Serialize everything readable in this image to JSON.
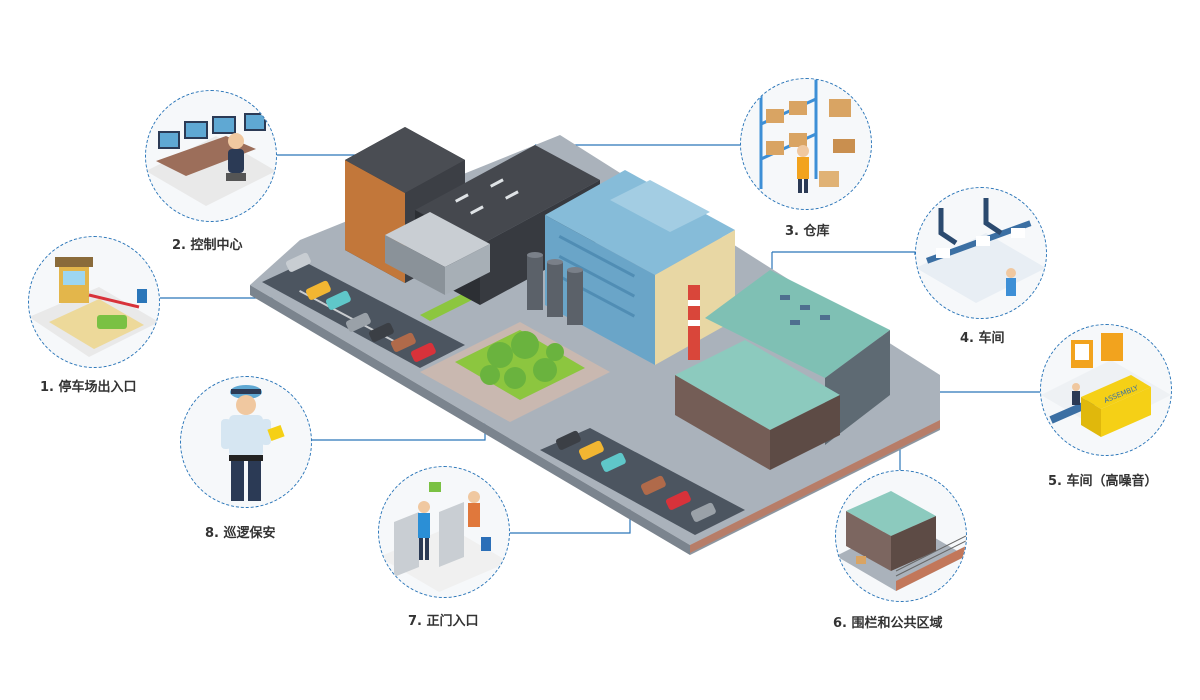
{
  "colors": {
    "accent": "#2b76b9",
    "ground": "#9aa3ad",
    "grass": "#8cc63f",
    "building_dark": "#3a3d42",
    "building_blue": "#7fb3d5",
    "building_teal": "#6fb3a8",
    "tan": "#e8d7a4",
    "label": "#333333"
  },
  "callouts": [
    {
      "id": "parking",
      "label": "1. 停车场出入口",
      "icon": "parking-gate-icon"
    },
    {
      "id": "control",
      "label": "2. 控制中心",
      "icon": "control-center-icon"
    },
    {
      "id": "warehouse",
      "label": "3. 仓库",
      "icon": "warehouse-icon"
    },
    {
      "id": "workshop",
      "label": "4. 车间",
      "icon": "workshop-icon"
    },
    {
      "id": "workshop-noisy",
      "label": "5. 车间（高噪音）",
      "icon": "noisy-workshop-icon"
    },
    {
      "id": "fence",
      "label": "6. 围栏和公共区域",
      "icon": "fence-icon"
    },
    {
      "id": "gate",
      "label": "7. 正门入口",
      "icon": "turnstile-icon"
    },
    {
      "id": "patrol",
      "label": "8. 巡逻保安",
      "icon": "security-guard-icon"
    }
  ],
  "badge_text": "ASSEMBLY"
}
